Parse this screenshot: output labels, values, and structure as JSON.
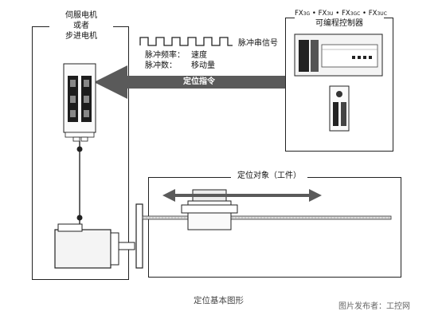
{
  "servo_header_line1": "伺服电机",
  "servo_header_line2": "或者",
  "servo_header_line3": "步进电机",
  "plc_models_parts": [
    "FX",
    "3G",
    " • FX",
    "3U",
    " • FX",
    "3GC",
    " • FX",
    "3UC"
  ],
  "plc_title": "可编程控制器",
  "pulse_train_label": "脉冲串信号",
  "pulse_freq_label": "脉冲频率：",
  "pulse_freq_value": "速度",
  "pulse_count_label": "脉冲数：",
  "pulse_count_value": "移动量",
  "command_label": "定位指令",
  "target_label": "定位对象（工件）",
  "caption": "定位基本图形",
  "source_credit": "图片发布者：工控网"
}
